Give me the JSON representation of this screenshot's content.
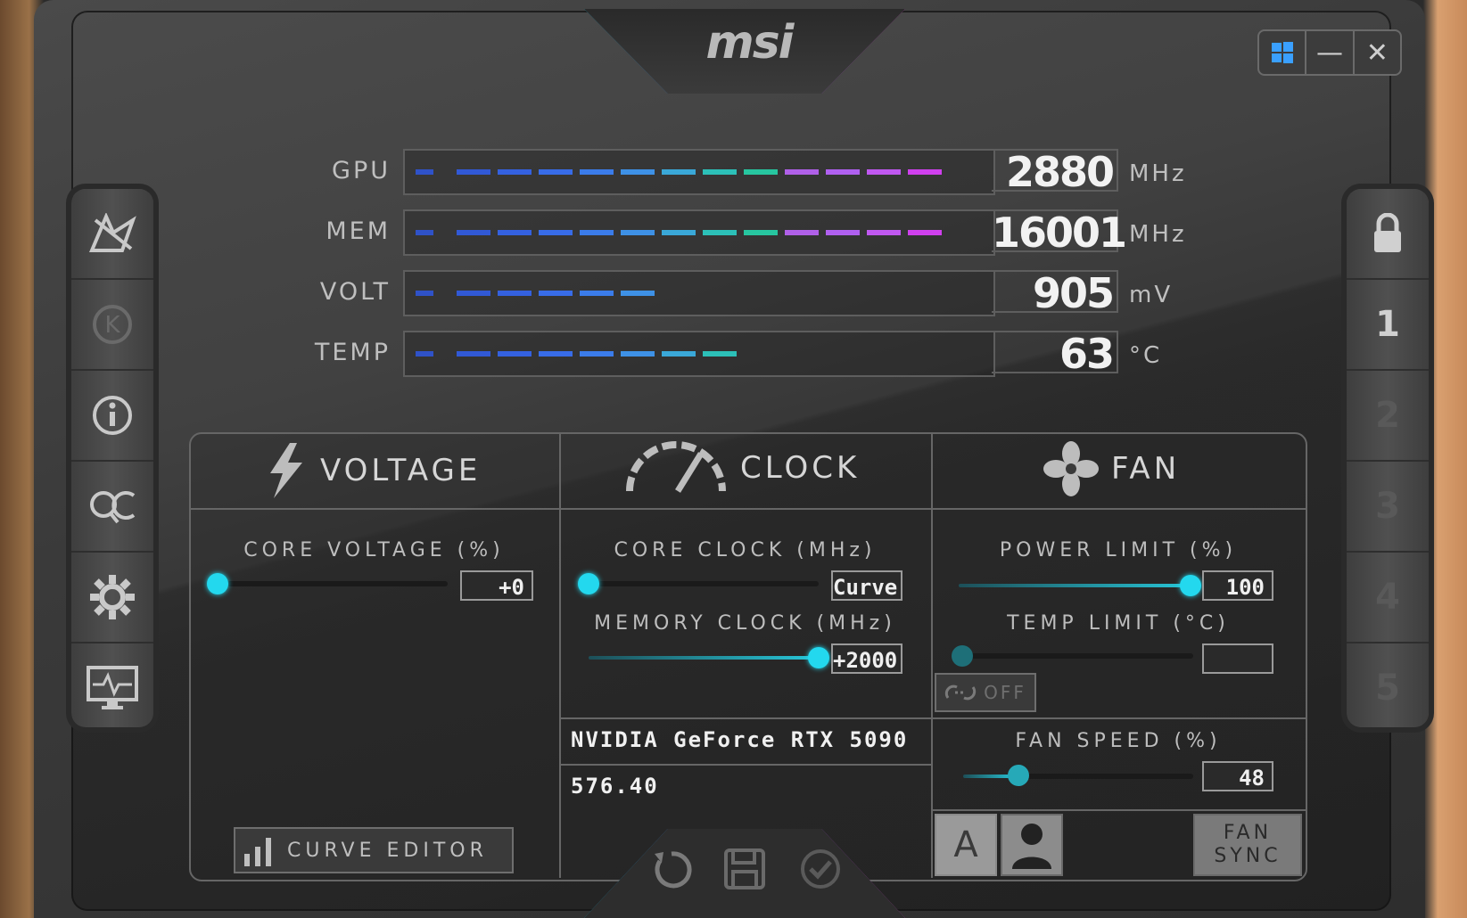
{
  "logo": "msi",
  "window_controls": {
    "windows": "windows-icon",
    "minimize": "—",
    "close": "✕"
  },
  "monitor": [
    {
      "label": "GPU",
      "value": "2880",
      "unit": "MHz",
      "level": 0.96,
      "full_color": true
    },
    {
      "label": "MEM",
      "value": "16001",
      "unit": "MHz",
      "level": 0.96,
      "full_color": true
    },
    {
      "label": "VOLT",
      "value": "905",
      "unit": "mV",
      "level": 0.43
    },
    {
      "label": "TEMP",
      "value": "63",
      "unit": "°C",
      "level": 0.6
    }
  ],
  "left_sidebar": [
    "kombustor-icon",
    "k-boost-icon",
    "info-icon",
    "oc-scanner-icon",
    "settings-icon",
    "monitor-icon"
  ],
  "right_sidebar": {
    "lock": "lock-icon",
    "profiles": [
      "1",
      "2",
      "3",
      "4",
      "5"
    ]
  },
  "voltage": {
    "title": "VOLTAGE",
    "core_voltage_label": "CORE VOLTAGE (%)",
    "core_voltage_value": "+0",
    "core_voltage_level": 0.0,
    "curve_editor_label": "CURVE EDITOR"
  },
  "clock": {
    "title": "CLOCK",
    "core_clock_label": "CORE CLOCK (MHz)",
    "core_clock_value": "Curve",
    "core_clock_level": 0.0,
    "memory_clock_label": "MEMORY CLOCK (MHz)",
    "memory_clock_value": "+2000",
    "memory_clock_level": 1.0,
    "gpu_name": "NVIDIA GeForce RTX 5090",
    "driver_version": "576.40"
  },
  "fan": {
    "title": "FAN",
    "power_limit_label": "POWER LIMIT (%)",
    "power_limit_value": "100",
    "power_limit_level": 1.0,
    "temp_limit_label": "TEMP LIMIT (°C)",
    "temp_limit_value": "",
    "link_toggle": "OFF",
    "fan_speed_label": "FAN SPEED (%)",
    "fan_speed_value": "48",
    "fan_speed_level": 0.25,
    "auto_label": "A",
    "fan_sync_line1": "FAN",
    "fan_sync_line2": "SYNC"
  },
  "actions": [
    "reset-icon",
    "save-icon",
    "apply-icon"
  ]
}
